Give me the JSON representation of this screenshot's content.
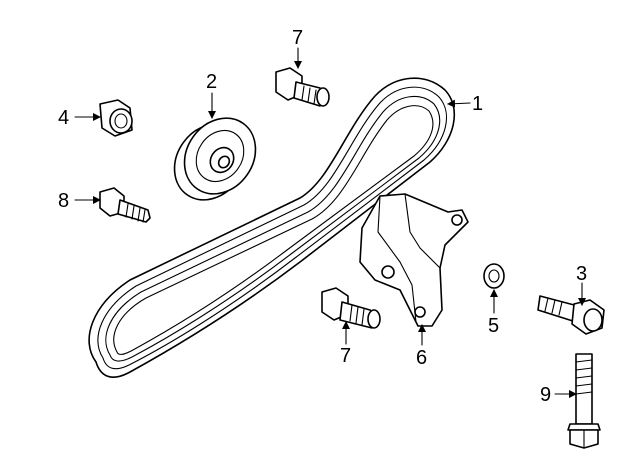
{
  "callouts": {
    "c1": "1",
    "c2": "2",
    "c3": "3",
    "c4": "4",
    "c5": "5",
    "c6": "6",
    "c7a": "7",
    "c7b": "7",
    "c8": "8",
    "c9": "9"
  },
  "colors": {
    "line": "#000000",
    "background": "#ffffff"
  }
}
